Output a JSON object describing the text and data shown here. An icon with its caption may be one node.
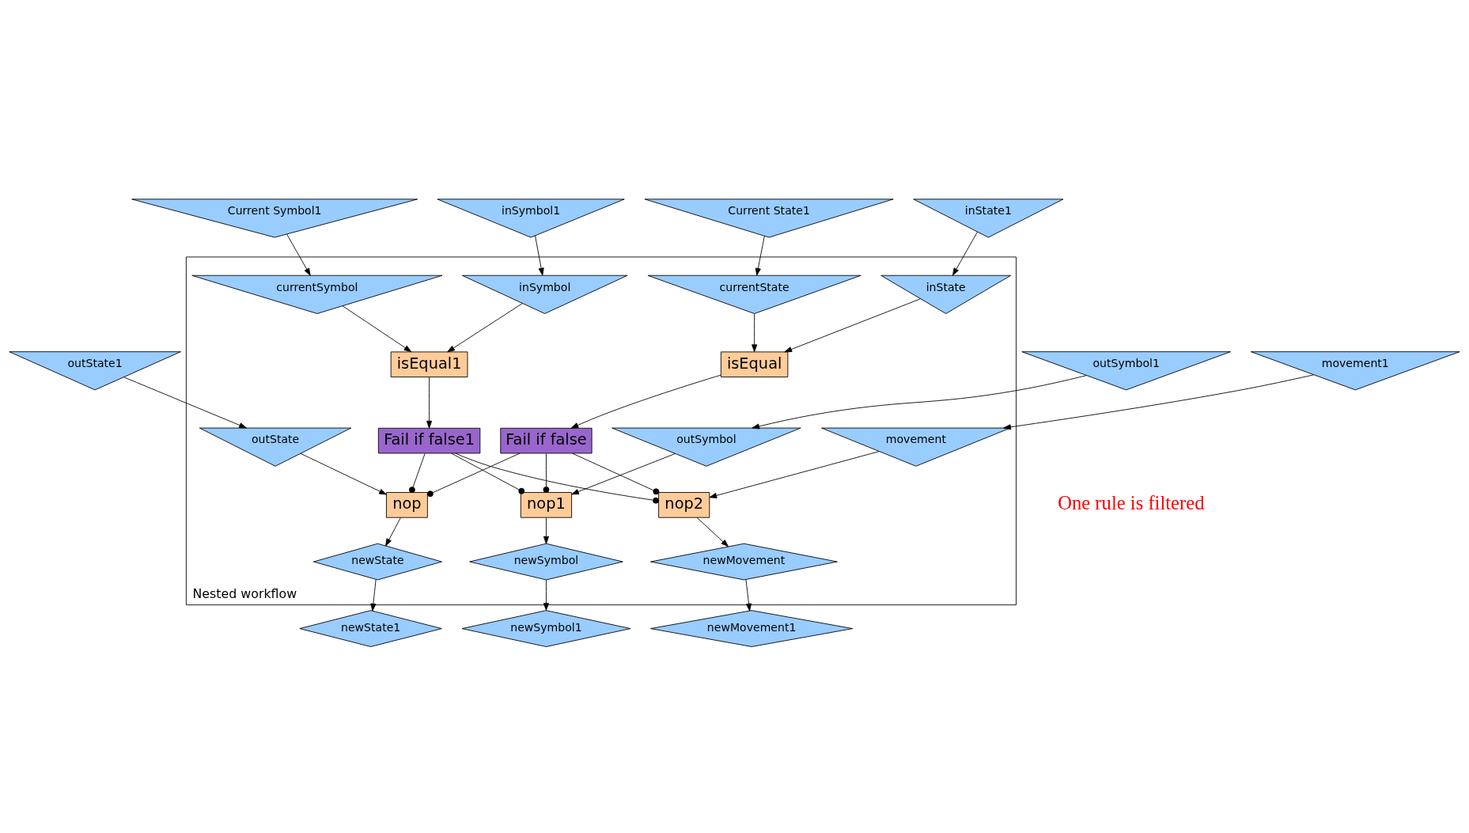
{
  "diagram": {
    "nodes": [
      {
        "text": [
          "outState1"
        ]
      },
      {
        "text": [
          "Current Symbol1"
        ]
      },
      {
        "text": [
          "inSymbol1"
        ]
      },
      {
        "text": [
          "outSymbol1"
        ]
      },
      {
        "text": [
          "Current State1"
        ]
      },
      {
        "text": [
          "inState1"
        ]
      },
      {
        "text": [
          "movement1"
        ]
      },
      {
        "text": [
          "Nested workflow"
        ]
      },
      {
        "text": [
          "outState"
        ],
        "in": 7
      },
      {
        "text": [
          "currentSymbol"
        ],
        "in": 7
      },
      {
        "text": [
          "inSymbol"
        ],
        "in": 7
      },
      {
        "text": [
          "outSymbol"
        ],
        "in": 7
      },
      {
        "text": [
          "currentState"
        ],
        "in": 7
      },
      {
        "text": [
          "inState"
        ],
        "in": 7
      },
      {
        "text": [
          "movement"
        ],
        "in": 7
      },
      {
        "text": [
          "isEqual1"
        ],
        "in": 7
      },
      {
        "text": [
          "isEqual"
        ],
        "in": 7
      },
      {
        "text": [
          "Fail if false1"
        ],
        "in": 7
      },
      {
        "text": [
          "Fail if false"
        ],
        "in": 7
      },
      {
        "text": [
          "nop"
        ],
        "in": 7
      },
      {
        "text": [
          "nop1"
        ],
        "in": 7
      },
      {
        "text": [
          "nop2"
        ],
        "in": 7
      },
      {
        "text": [
          "newState"
        ],
        "in": 7
      },
      {
        "text": [
          "newSymbol"
        ],
        "in": 7
      },
      {
        "text": [
          "newMovement"
        ],
        "in": 7
      },
      {
        "text": [
          "newState1"
        ]
      },
      {
        "text": [
          "newSymbol1"
        ]
      },
      {
        "text": [
          "newMovement1"
        ]
      }
    ],
    "edges": [
      {
        "from": 0,
        "to": 8,
        "arrow": "to"
      },
      {
        "from": 1,
        "to": 9,
        "arrow": "to"
      },
      {
        "from": 2,
        "to": 10,
        "arrow": "to"
      },
      {
        "from": 3,
        "to": 11,
        "arrow": "to"
      },
      {
        "from": 4,
        "to": 12,
        "arrow": "to"
      },
      {
        "from": 5,
        "to": 13,
        "arrow": "to"
      },
      {
        "from": 6,
        "to": 14,
        "arrow": "to"
      },
      {
        "from": 9,
        "to": 15,
        "arrow": "to"
      },
      {
        "from": 10,
        "to": 15,
        "arrow": "to"
      },
      {
        "from": 12,
        "to": 16,
        "arrow": "to"
      },
      {
        "from": 13,
        "to": 16,
        "arrow": "to"
      },
      {
        "from": 15,
        "to": 17,
        "arrow": "to"
      },
      {
        "from": 16,
        "to": 18,
        "arrow": "to"
      },
      {
        "from": 8,
        "to": 19,
        "arrow": "to"
      },
      {
        "from": 11,
        "to": 20,
        "arrow": "to"
      },
      {
        "from": 14,
        "to": 21,
        "arrow": "to"
      },
      {
        "from": 17,
        "to": 19,
        "arrow": "other"
      },
      {
        "from": 17,
        "to": 20,
        "arrow": "other"
      },
      {
        "from": 17,
        "to": 21,
        "arrow": "other"
      },
      {
        "from": 18,
        "to": 19,
        "arrow": "other"
      },
      {
        "from": 18,
        "to": 20,
        "arrow": "other"
      },
      {
        "from": 18,
        "to": 21,
        "arrow": "other"
      },
      {
        "from": 19,
        "to": 22,
        "arrow": "to"
      },
      {
        "from": 20,
        "to": 23,
        "arrow": "to"
      },
      {
        "from": 21,
        "to": 24,
        "arrow": "to"
      },
      {
        "from": 22,
        "to": 25,
        "arrow": "to"
      },
      {
        "from": 23,
        "to": 26,
        "arrow": "to"
      },
      {
        "from": 24,
        "to": 27,
        "arrow": "to"
      }
    ],
    "labels": [
      "One rule is filtered"
    ]
  }
}
